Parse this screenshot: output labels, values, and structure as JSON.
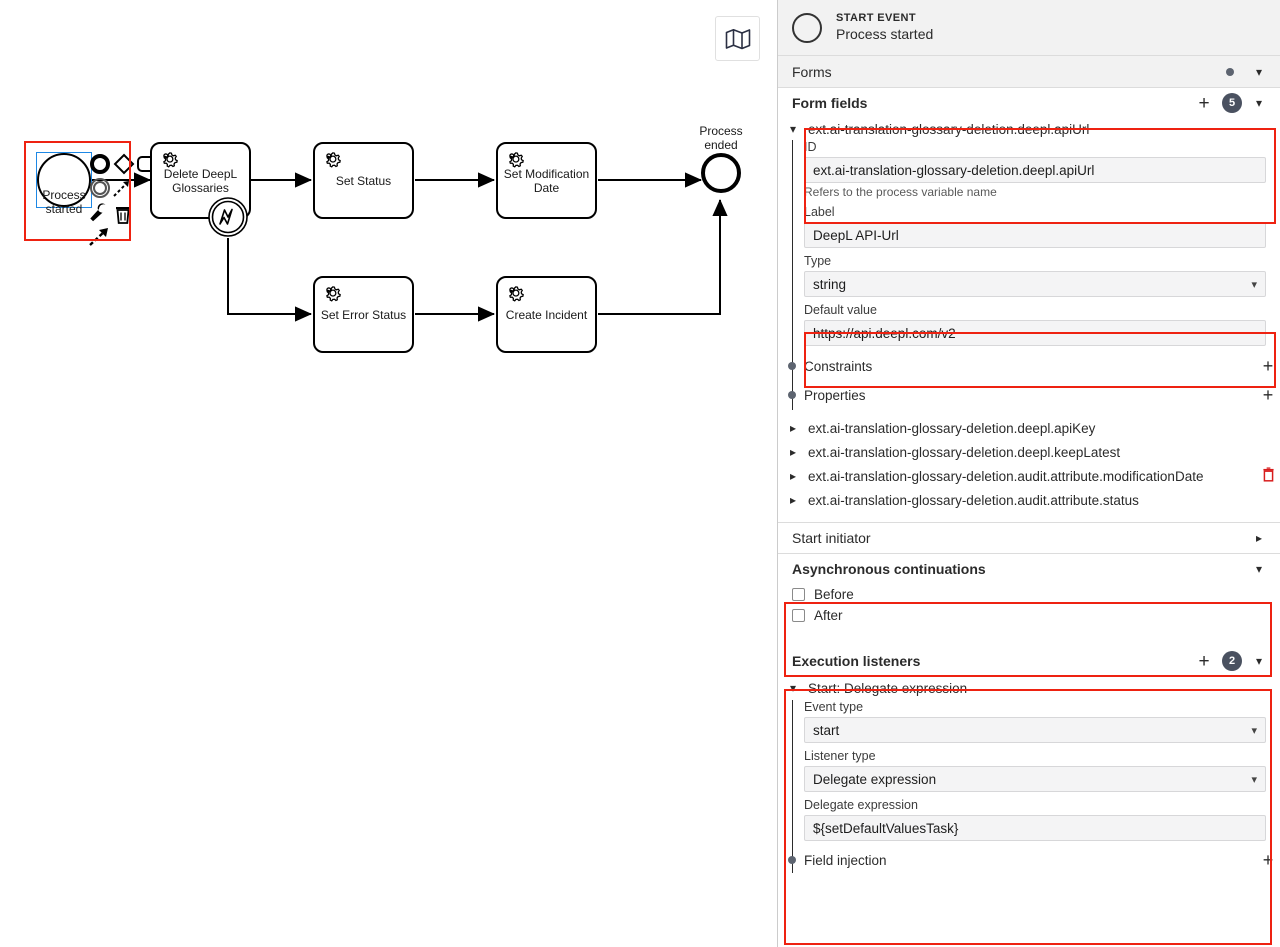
{
  "canvas": {
    "minimap_icon": "map-icon",
    "elements": {
      "start_event": {
        "label": "Process\nstarted"
      },
      "end_event": {
        "label": "Process\nended"
      },
      "tasks": [
        {
          "name": "delete-deepl-glossaries",
          "label": "Delete DeepL\nGlossaries",
          "icon": "gear-icon"
        },
        {
          "name": "set-status",
          "label": "Set Status",
          "icon": "gear-icon"
        },
        {
          "name": "set-modification-date",
          "label": "Set Modification\nDate",
          "icon": "gear-icon"
        },
        {
          "name": "set-error-status",
          "label": "Set Error Status",
          "icon": "gear-icon"
        },
        {
          "name": "create-incident",
          "label": "Create Incident",
          "icon": "gear-icon"
        }
      ],
      "boundary_event": {
        "name": "error-boundary-event",
        "icon": "error-event-icon"
      }
    },
    "context_pad": [
      {
        "name": "append-end-event",
        "icon": "circle-thick-icon"
      },
      {
        "name": "append-gateway",
        "icon": "diamond-icon"
      },
      {
        "name": "append-task",
        "icon": "rounded-rect-icon"
      },
      {
        "name": "append-intermediate-event",
        "icon": "double-circle-icon"
      },
      {
        "name": "connect",
        "icon": "dashed-arrow-icon"
      },
      {
        "name": "change-type",
        "icon": "wrench-icon"
      },
      {
        "name": "delete",
        "icon": "trash-icon"
      },
      {
        "name": "append-connect",
        "icon": "arrow-icon"
      }
    ]
  },
  "panel": {
    "header": {
      "type": "START EVENT",
      "name": "Process started"
    },
    "groups": {
      "forms": {
        "title": "Forms",
        "marker": "dot",
        "chevron": "chevron-down-icon"
      },
      "form_fields": {
        "title": "Form fields",
        "add_label": "+",
        "count": "5",
        "chevron": "chevron-down-icon"
      },
      "start_initiator": {
        "title": "Start initiator",
        "chevron": "chevron-right-icon"
      },
      "async_continuations": {
        "title": "Asynchronous continuations",
        "chevron": "chevron-down-icon",
        "options": [
          {
            "label": "Before",
            "checked": false
          },
          {
            "label": "After",
            "checked": false
          }
        ]
      },
      "execution_listeners": {
        "title": "Execution listeners",
        "add_label": "+",
        "count": "2",
        "chevron": "chevron-down-icon"
      }
    },
    "form_field_expanded": {
      "title": "ext.ai-translation-glossary-deletion.deepl.apiUrl",
      "chevron": "chevron-down-icon",
      "id_label": "ID",
      "id_value": "ext.ai-translation-glossary-deletion.deepl.apiUrl",
      "id_hint": "Refers to the process variable name",
      "label_label": "Label",
      "label_value": "DeepL API-Url",
      "type_label": "Type",
      "type_value": "string",
      "default_label": "Default value",
      "default_value": "https://api.deepl.com/v2",
      "constraints_label": "Constraints",
      "constraints_add": "+",
      "properties_label": "Properties",
      "properties_add": "+"
    },
    "form_field_collapsed": [
      {
        "title": "ext.ai-translation-glossary-deletion.deepl.apiKey",
        "arrow": "chevron-right-icon",
        "trash": ""
      },
      {
        "title": "ext.ai-translation-glossary-deletion.deepl.keepLatest",
        "arrow": "chevron-right-icon",
        "trash": ""
      },
      {
        "title": "ext.ai-translation-glossary-deletion.audit.attribute.modificationDate",
        "arrow": "chevron-right-icon",
        "trash": "trash-icon"
      },
      {
        "title": "ext.ai-translation-glossary-deletion.audit.attribute.status",
        "arrow": "chevron-right-icon",
        "trash": ""
      }
    ],
    "listener_expanded": {
      "title": "Start: Delegate expression",
      "chevron": "chevron-down-icon",
      "event_type_label": "Event type",
      "event_type_value": "start",
      "listener_type_label": "Listener type",
      "listener_type_value": "Delegate expression",
      "delegate_label": "Delegate expression",
      "delegate_value": "${setDefaultValuesTask}",
      "field_injection_label": "Field injection",
      "field_injection_add": "+"
    }
  },
  "colors": {
    "annotation": "#ee2211",
    "selection": "#1e88e5",
    "badge": "#4a5160",
    "panel_header_bg": "#f2f2f2",
    "input_bg": "#f4f4f5",
    "delete_icon": "#d81c1c"
  }
}
